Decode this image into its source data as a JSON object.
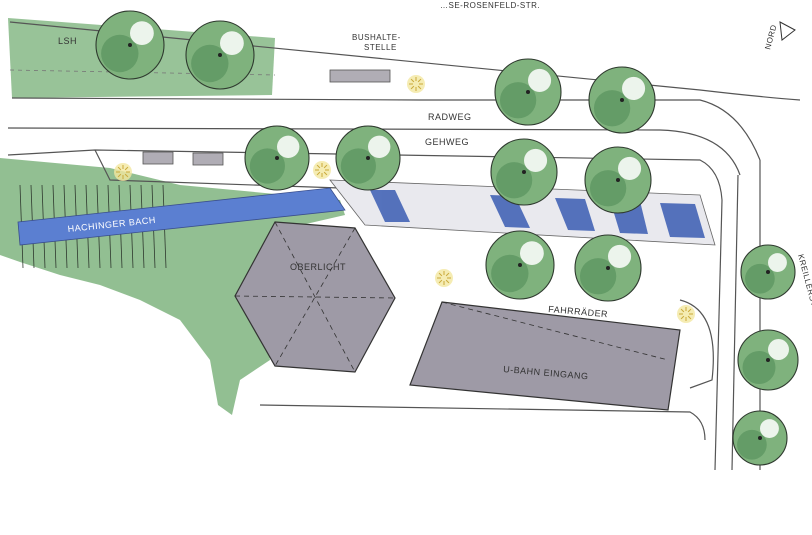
{
  "labels": {
    "street_top": "…SE-ROSENFELD-STR.",
    "north": "NORD",
    "lsh": "LSH",
    "bus_line1": "BUSHALTE-",
    "bus_line2": "STELLE",
    "radweg": "RADWEG",
    "gehweg": "GEHWEG",
    "bach": "HACHINGER BACH",
    "oberlicht": "OBERLICHT",
    "fahrraeder": "FAHRRÄDER",
    "ubahn": "U-BAHN EINGANG",
    "kreiller": "KREILLERSTR."
  },
  "icons": {
    "trees": "deciduous-tree-icon",
    "lamps": "street-lamp-icon",
    "north_arrow": "north-arrow-icon"
  },
  "colors": {
    "meadow": "#86b886",
    "water": "#5b7fd1",
    "structure": "#9e9aa6",
    "tree": "#7fb27d",
    "paving_accent": "#3b5db3"
  }
}
